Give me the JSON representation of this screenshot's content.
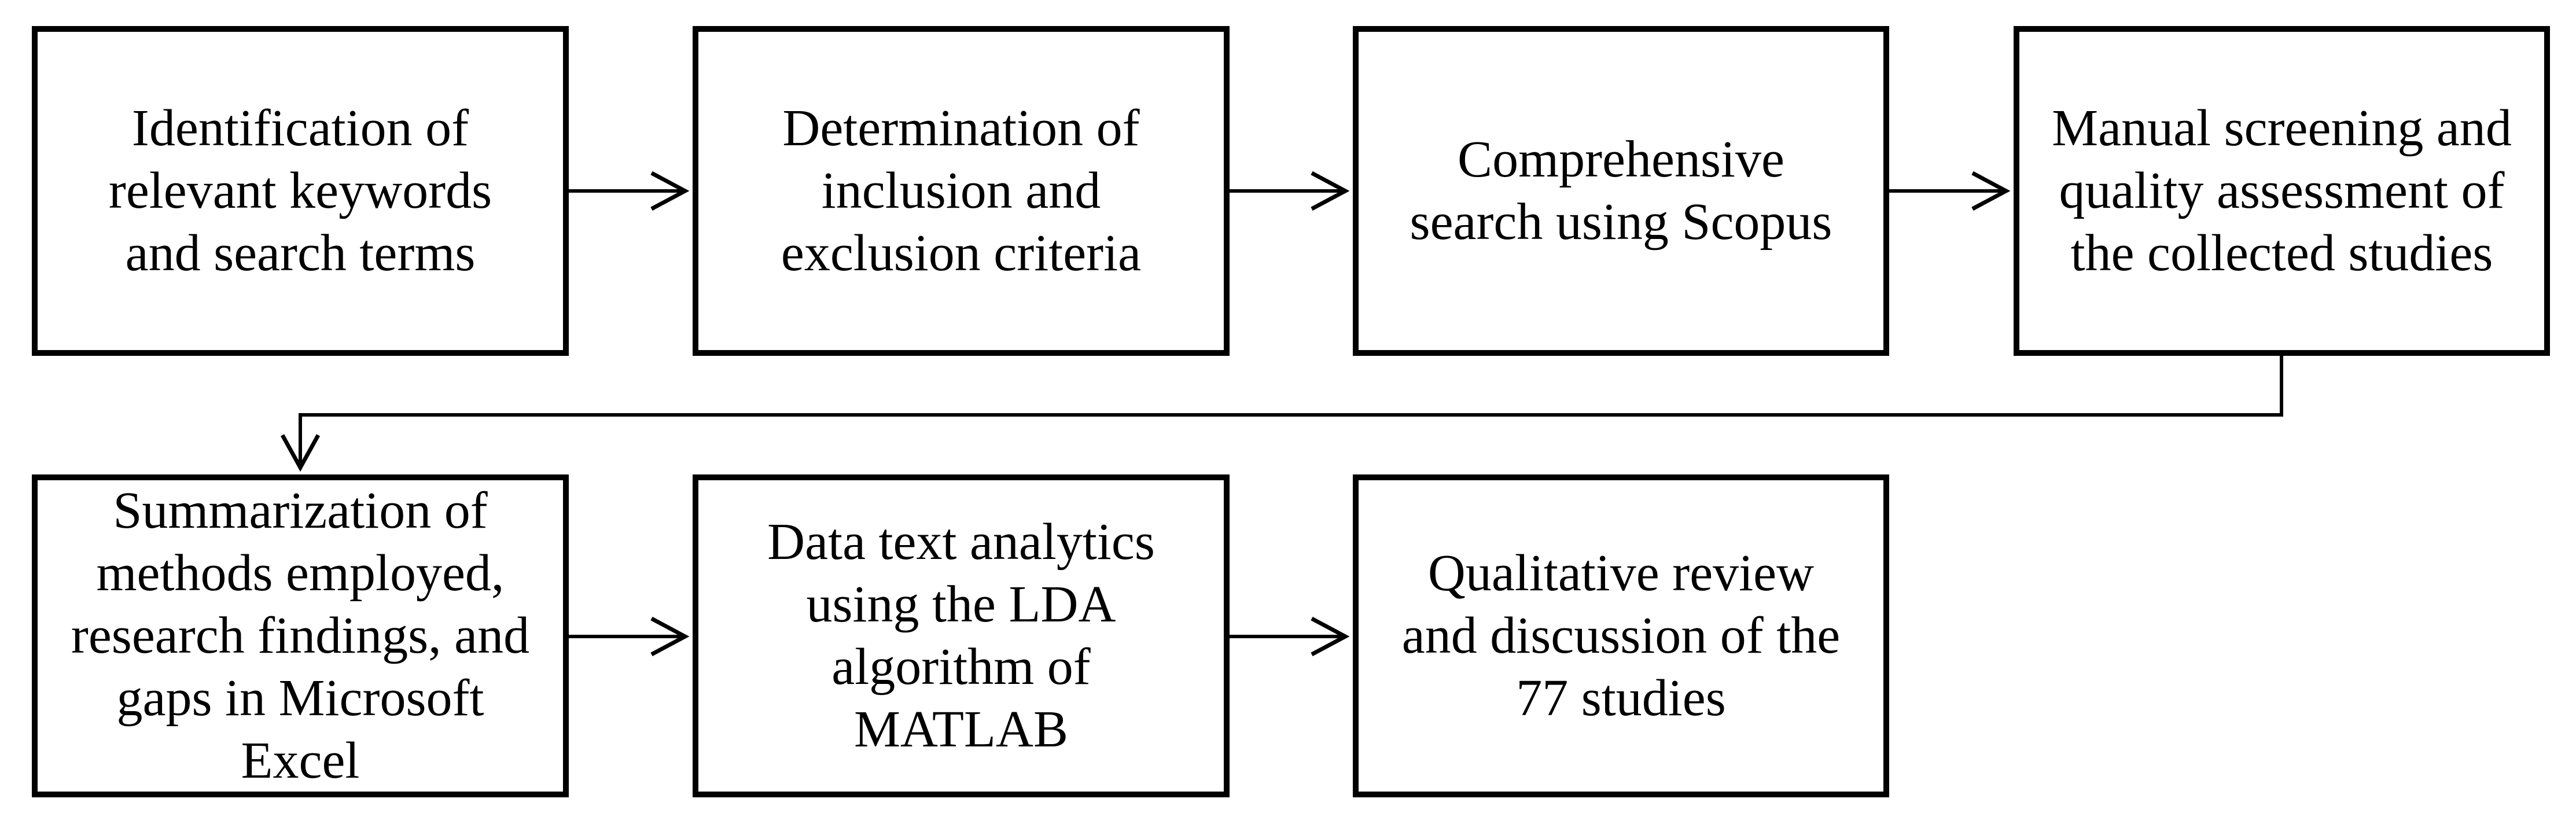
{
  "diagram": {
    "type": "flowchart",
    "title": "",
    "background_color": "#ffffff",
    "box_fill_color": "#ffffff",
    "box_border_color": "#000000",
    "text_color": "#000000",
    "arrow_color": "#000000",
    "boxes": [
      {
        "id": "step-1",
        "row": 1,
        "lines": [
          "Identification of",
          "relevant keywords",
          "and search terms"
        ]
      },
      {
        "id": "step-2",
        "row": 1,
        "lines": [
          "Determination of",
          "inclusion and",
          "exclusion criteria"
        ]
      },
      {
        "id": "step-3",
        "row": 1,
        "lines": [
          "Comprehensive",
          "search using Scopus"
        ]
      },
      {
        "id": "step-4",
        "row": 1,
        "lines": [
          "Manual screening and",
          "quality assessment of",
          "the collected studies"
        ]
      },
      {
        "id": "step-5",
        "row": 2,
        "lines": [
          "Summarization of",
          "methods employed,",
          "research findings, and",
          "gaps in Microsoft",
          "Excel"
        ]
      },
      {
        "id": "step-6",
        "row": 2,
        "lines": [
          "Data text analytics",
          "using the LDA",
          "algorithm of",
          "MATLAB"
        ]
      },
      {
        "id": "step-7",
        "row": 2,
        "lines": [
          "Qualitative review",
          "and discussion of the",
          "77 studies"
        ]
      }
    ],
    "connections": [
      {
        "from": "step-1",
        "to": "step-2",
        "style": "straight-right-arrow"
      },
      {
        "from": "step-2",
        "to": "step-3",
        "style": "straight-right-arrow"
      },
      {
        "from": "step-3",
        "to": "step-4",
        "style": "straight-right-arrow"
      },
      {
        "from": "step-4",
        "to": "step-5",
        "style": "elbow-down-left-down-arrow"
      },
      {
        "from": "step-5",
        "to": "step-6",
        "style": "straight-right-arrow"
      },
      {
        "from": "step-6",
        "to": "step-7",
        "style": "straight-right-arrow"
      }
    ]
  }
}
